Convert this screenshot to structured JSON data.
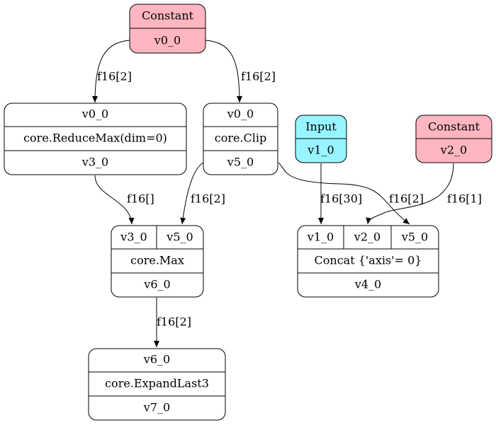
{
  "colors": {
    "constant_fill": "#ffb6c1",
    "input_fill": "#98f5ff",
    "op_fill": "#ffffff",
    "stroke": "#000000"
  },
  "nodes": {
    "const1": {
      "title": "Constant",
      "output": "v0_0"
    },
    "reducemax": {
      "input": "v0_0",
      "op": "core.ReduceMax(dim=0)",
      "output": "v3_0"
    },
    "clip": {
      "input": "v0_0",
      "op": "core.Clip",
      "output": "v5_0"
    },
    "input": {
      "title": "Input",
      "output": "v1_0"
    },
    "const2": {
      "title": "Constant",
      "output": "v2_0"
    },
    "max": {
      "inputs": [
        "v3_0",
        "v5_0"
      ],
      "op": "core.Max",
      "output": "v6_0"
    },
    "concat": {
      "inputs": [
        "v1_0",
        "v2_0",
        "v5_0"
      ],
      "op": "Concat {'axis'= 0}",
      "output": "v4_0"
    },
    "expand": {
      "input": "v6_0",
      "op": "core.ExpandLast3",
      "output": "v7_0"
    }
  },
  "edges": {
    "const1_reducemax": "f16[2]",
    "const1_clip": "f16[2]",
    "reducemax_max": "f16[]",
    "clip_max": "f16[2]",
    "input_concat": "f16[30]",
    "clip_concat": "f16[2]",
    "const2_concat": "f16[1]",
    "max_expand": "f16[2]"
  }
}
